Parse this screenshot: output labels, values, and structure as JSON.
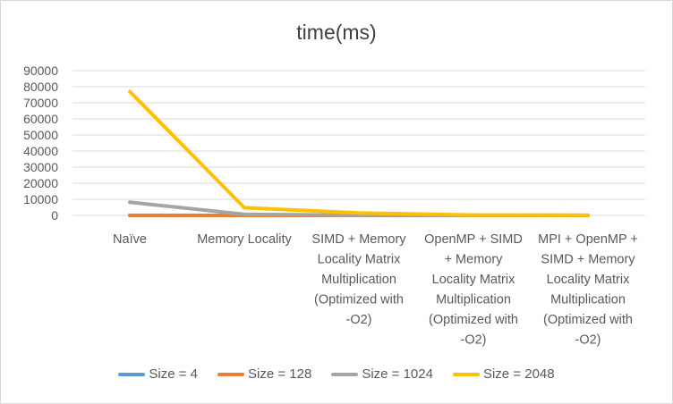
{
  "chart_data": {
    "type": "line",
    "title": "time(ms)",
    "categories": [
      [
        "Naïve"
      ],
      [
        "Memory Locality"
      ],
      [
        "SIMD + Memory",
        "Locality Matrix",
        "Multiplication",
        "(Optimized with",
        "-O2)"
      ],
      [
        "OpenMP + SIMD",
        "+ Memory",
        "Locality Matrix",
        "Multiplication",
        "(Optimized with",
        "-O2)"
      ],
      [
        "MPI + OpenMP +",
        "SIMD + Memory",
        "Locality Matrix",
        "Multiplication",
        "(Optimized with",
        "-O2)"
      ]
    ],
    "ylim": [
      0,
      90000
    ],
    "yticks": [
      "0",
      "10000",
      "20000",
      "30000",
      "40000",
      "50000",
      "60000",
      "70000",
      "80000",
      "90000"
    ],
    "series": [
      {
        "name": "Size = 4",
        "color": "#5b9bd5",
        "values": [
          0,
          0,
          0,
          0,
          0
        ]
      },
      {
        "name": "Size = 128",
        "color": "#ed7d31",
        "values": [
          60,
          15,
          5,
          3,
          2
        ]
      },
      {
        "name": "Size = 1024",
        "color": "#a5a5a5",
        "values": [
          8200,
          700,
          150,
          60,
          40
        ]
      },
      {
        "name": "Size = 2048",
        "color": "#ffc000",
        "values": [
          77000,
          4800,
          1500,
          200,
          100
        ]
      }
    ],
    "grid": true,
    "legend": "bottom"
  }
}
